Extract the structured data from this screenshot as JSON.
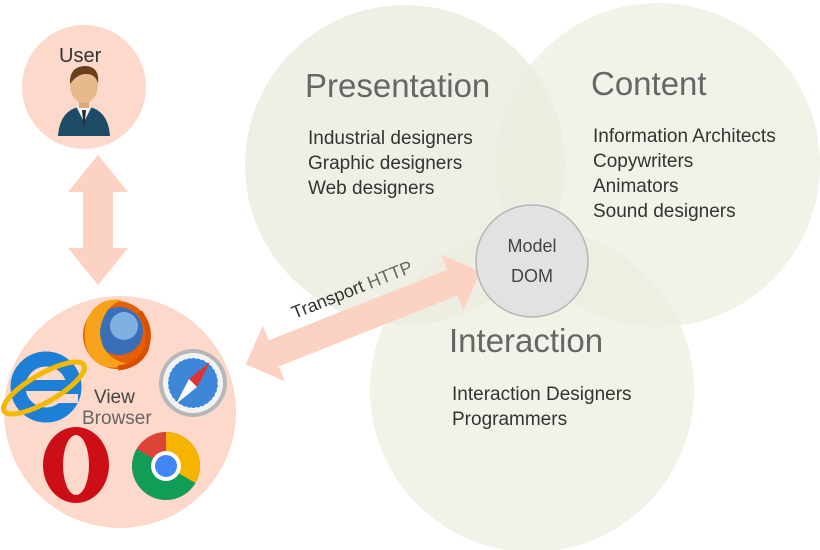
{
  "user": {
    "label": "User",
    "icon": "user-avatar-icon"
  },
  "browser": {
    "view_label": "View",
    "browser_label": "Browser",
    "icons": [
      "firefox-icon",
      "internet-explorer-icon",
      "safari-icon",
      "opera-icon",
      "chrome-icon"
    ]
  },
  "transport": {
    "label_part1": "Transport",
    "label_part2": "HTTP"
  },
  "presentation": {
    "title": "Presentation",
    "items": [
      "Industrial designers",
      "Graphic designers",
      "Web designers"
    ]
  },
  "content": {
    "title": "Content",
    "items": [
      "Information Architects",
      "Copywriters",
      "Animators",
      "Sound designers"
    ]
  },
  "interaction": {
    "title": "Interaction",
    "items": [
      "Interaction Designers",
      "Programmers"
    ]
  },
  "model": {
    "line1": "Model",
    "line2": "DOM"
  },
  "colors": {
    "venn_fill": "#ecede0",
    "peach_fill": "#fdd9cb",
    "arrow_fill": "#fcd2c3",
    "model_fill": "#e2e2e2"
  }
}
